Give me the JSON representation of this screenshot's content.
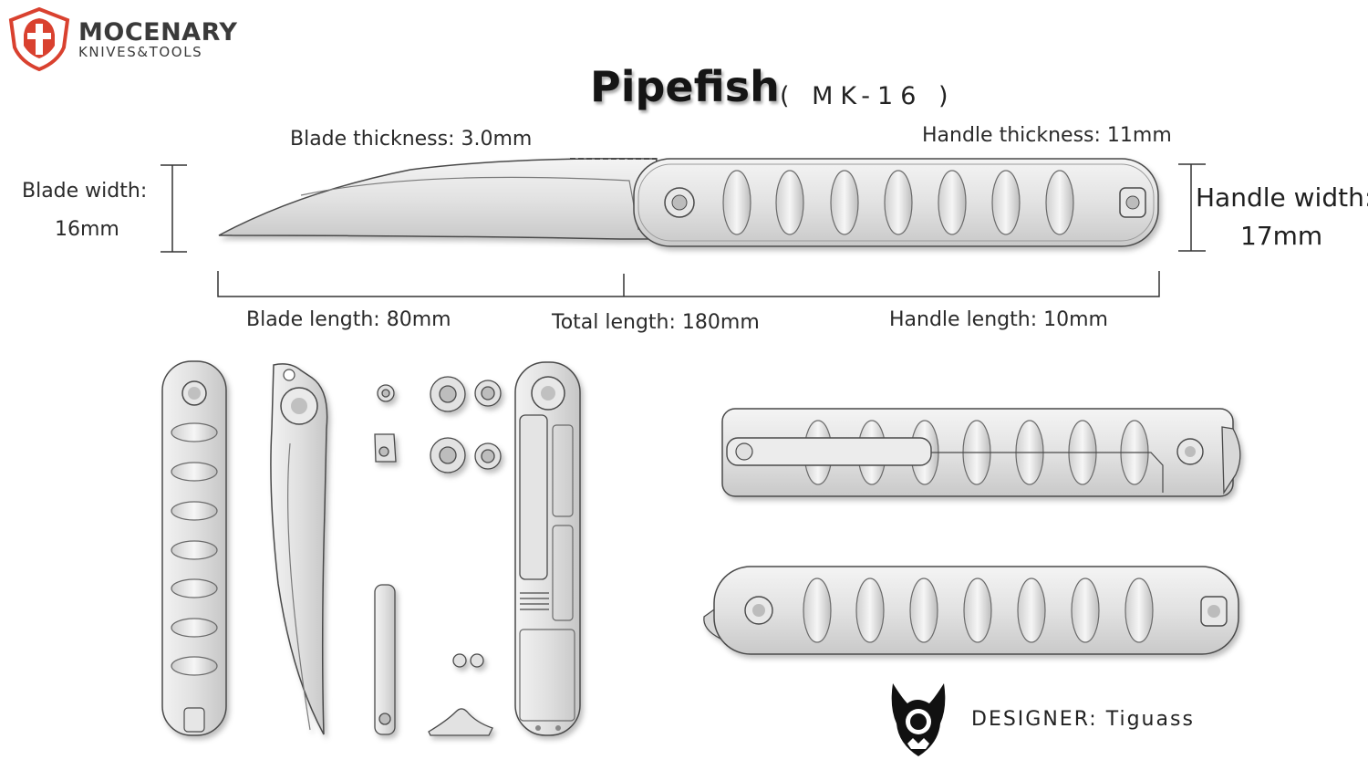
{
  "brand": {
    "name": "MOCENARY",
    "tagline": "KNIVES&TOOLS",
    "logo_color": "#d9412f"
  },
  "product": {
    "name": "Pipefish",
    "model": "( MK-16 )"
  },
  "specs": {
    "blade_thickness": "Blade thickness: 3.0mm",
    "handle_thickness": "Handle thickness: 11mm",
    "blade_width_label": "Blade width:",
    "blade_width_value": "16mm",
    "handle_width_label": "Handle width:",
    "handle_width_value": "17mm",
    "blade_length": "Blade length: 80mm",
    "total_length": "Total length: 180mm",
    "handle_length": "Handle length: 10mm"
  },
  "designer": {
    "label": "DESIGNER:  Tiguass",
    "icon": "demon-mask-icon"
  },
  "colors": {
    "metal": "#e6e6e6",
    "metal_shade": "#bdbdbd",
    "outline": "#4a4a4a",
    "accent": "#d9412f"
  }
}
